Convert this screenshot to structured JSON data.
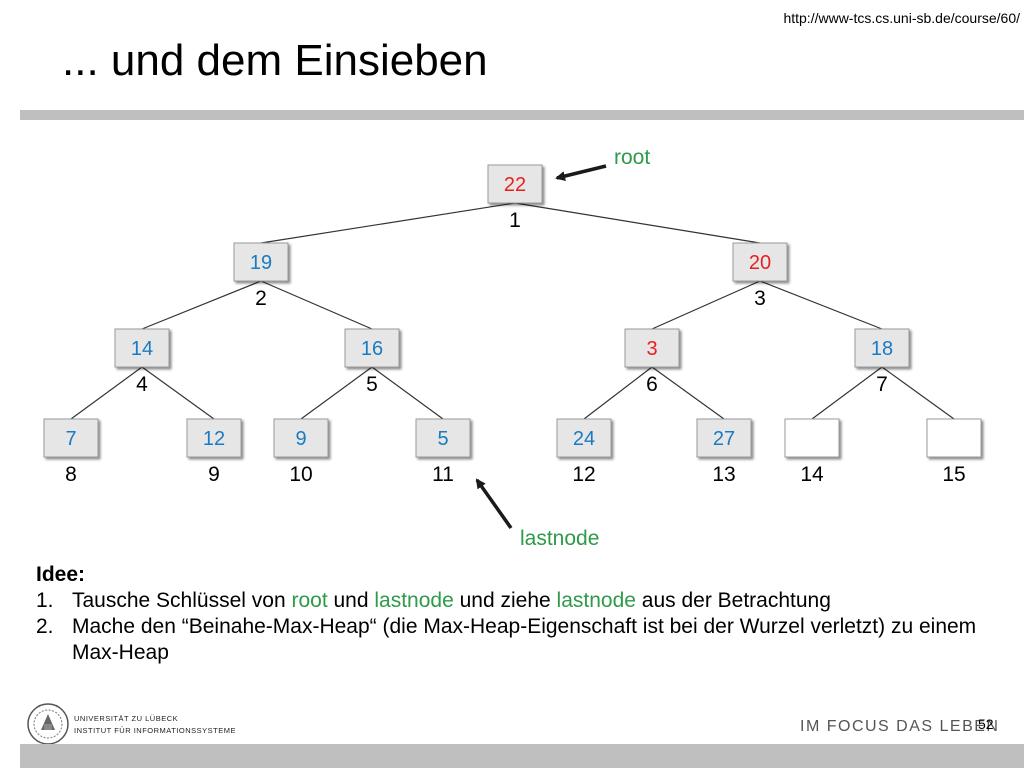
{
  "header": {
    "url": "http://www-tcs.cs.uni-sb.de/course/60/",
    "title": "... und dem Einsieben"
  },
  "colors": {
    "red": "#e8201c",
    "blue": "#1a7ac2",
    "green": "#2e9a4a",
    "box_fill": "#e6e6e6"
  },
  "tree": {
    "nodes": [
      {
        "index": "1",
        "key": "22",
        "key_color": "red"
      },
      {
        "index": "2",
        "key": "19",
        "key_color": "blue"
      },
      {
        "index": "3",
        "key": "20",
        "key_color": "red"
      },
      {
        "index": "4",
        "key": "14",
        "key_color": "blue"
      },
      {
        "index": "5",
        "key": "16",
        "key_color": "blue"
      },
      {
        "index": "6",
        "key": "3",
        "key_color": "red"
      },
      {
        "index": "7",
        "key": "18",
        "key_color": "blue"
      },
      {
        "index": "8",
        "key": "7",
        "key_color": "blue"
      },
      {
        "index": "9",
        "key": "12",
        "key_color": "blue"
      },
      {
        "index": "10",
        "key": "9",
        "key_color": "blue"
      },
      {
        "index": "11",
        "key": "5",
        "key_color": "blue"
      },
      {
        "index": "12",
        "key": "24",
        "key_color": "blue"
      },
      {
        "index": "13",
        "key": "27",
        "key_color": "blue"
      },
      {
        "index": "14",
        "key": "",
        "key_color": "blue"
      },
      {
        "index": "15",
        "key": "",
        "key_color": "blue"
      }
    ],
    "root_label": "root",
    "lastnode_label": "lastnode"
  },
  "idea": {
    "heading": "Idee:",
    "items": [
      {
        "num": "1.",
        "t1": "Tausche Schlüssel von ",
        "h1": "root",
        "t2": " und ",
        "h2": "lastnode",
        "t3": " und ziehe ",
        "h3": "lastnode",
        "t4": " aus der Betrachtung"
      },
      {
        "num": "2.",
        "text": "Mache den “Beinahe-Max-Heap“ (die Max-Heap-Eigenschaft ist bei der Wurzel verletzt) zu einem Max-Heap"
      }
    ]
  },
  "footer": {
    "logo_line1": "UNIVERSITÄT ZU LÜBECK",
    "logo_line2": "INSTITUT FÜR INFORMATIONSSYSTEME",
    "slogan": "IM FOCUS DAS LEBEN",
    "page": "52"
  }
}
